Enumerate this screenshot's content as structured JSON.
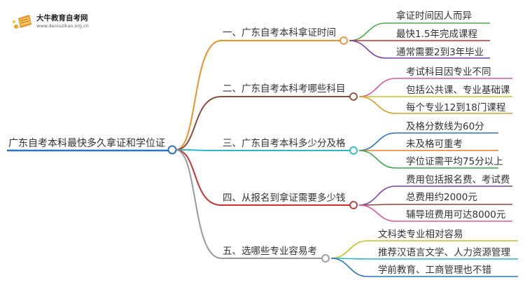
{
  "logo": {
    "title": "大牛教育自考网",
    "url": "www.daniuzikao.org.cn"
  },
  "root": {
    "label": "广东自考本科最快多久拿证和学位证"
  },
  "branches": [
    {
      "label": "一、广东自考本科拿证时间",
      "color": "#f0902c",
      "leaves": [
        {
          "label": "拿证时间因人而异",
          "color": "#4cae4c"
        },
        {
          "label": "最快1.5年完成课程",
          "color": "#c9302c"
        },
        {
          "label": "通常需要2到3年毕业",
          "color": "#7b3fae"
        }
      ]
    },
    {
      "label": "二、广东自考本科考哪些科目",
      "color": "#8b4a3a",
      "leaves": [
        {
          "label": "考试科目因专业不同",
          "color": "#e0569b"
        },
        {
          "label": "包括公共课、专业基础课",
          "color": "#c8c02c"
        },
        {
          "label": "每个专业12到18门课程",
          "color": "#d4a12a"
        }
      ]
    },
    {
      "label": "三、广东自考本科多少分及格",
      "color": "#28b8c8",
      "leaves": [
        {
          "label": "及格分数线为60分",
          "color": "#2f72c4"
        },
        {
          "label": "未及格可重考",
          "color": "#e87a2a"
        },
        {
          "label": "学位证需平均75分以上",
          "color": "#3aa84a"
        }
      ]
    },
    {
      "label": "四、从报名到拿证需要多少钱",
      "color": "#c83232",
      "leaves": [
        {
          "label": "费用包括报名费、考试费",
          "color": "#7b3fae"
        },
        {
          "label": "总费用约2000元",
          "color": "#8b4a3a"
        },
        {
          "label": "辅导班费用可达8000元",
          "color": "#e0569b"
        }
      ]
    },
    {
      "label": "五、选哪些专业容易考",
      "color": "#999999",
      "leaves": [
        {
          "label": "文科类专业相对容易",
          "color": "#c8c02c"
        },
        {
          "label": "推荐汉语言文学、人力资源管理",
          "color": "#28b8c8"
        },
        {
          "label": "学前教育、工商管理也不错",
          "color": "#2f72c4"
        }
      ]
    }
  ]
}
